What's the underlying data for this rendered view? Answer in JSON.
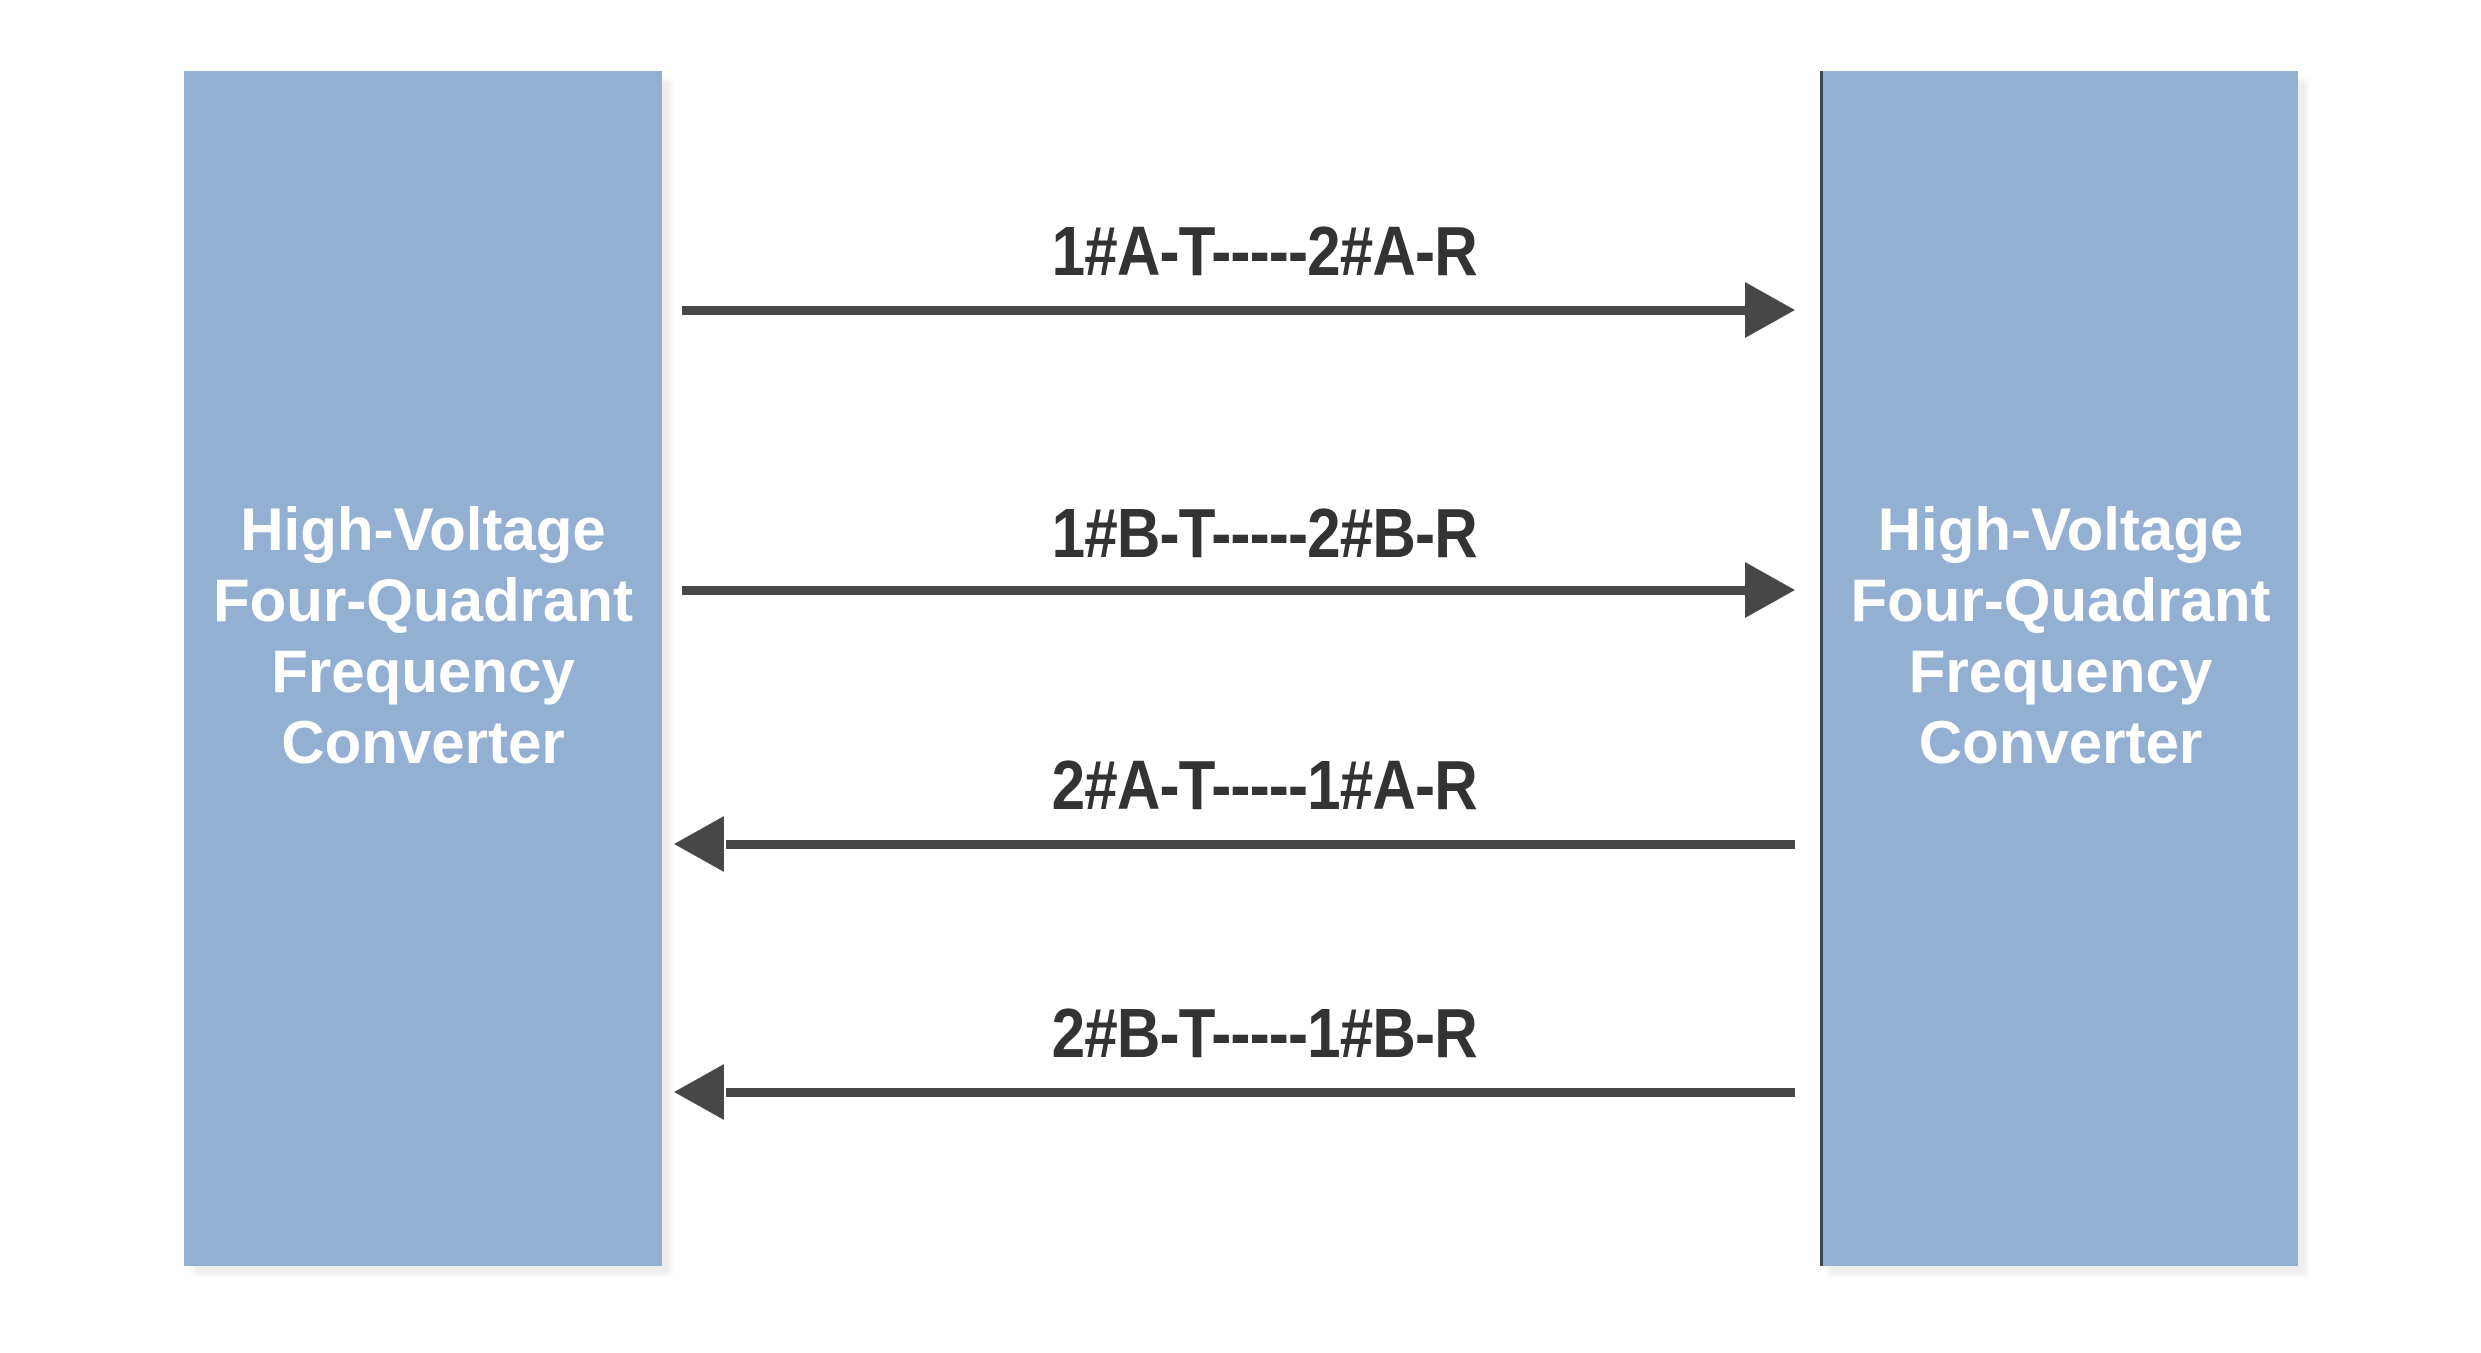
{
  "figure": {
    "background": "#ffffff",
    "box_fill": "#93B0D2",
    "box_text_color": "#ffffff",
    "arrow_color": "#474747",
    "label_color": "#333333",
    "box_edge_color": "#3d4852"
  },
  "boxes": {
    "left": {
      "lines": [
        "High-Voltage",
        "Four-Quadrant",
        "Frequency",
        "Converter"
      ]
    },
    "right": {
      "lines": [
        "High-Voltage",
        "Four-Quadrant",
        "Frequency",
        "Converter"
      ]
    }
  },
  "arrows": [
    {
      "label": "1#A-T-----2#A-R",
      "direction": "right"
    },
    {
      "label": "1#B-T-----2#B-R",
      "direction": "right"
    },
    {
      "label": "2#A-T-----1#A-R",
      "direction": "left"
    },
    {
      "label": "2#B-T-----1#B-R",
      "direction": "left"
    }
  ]
}
